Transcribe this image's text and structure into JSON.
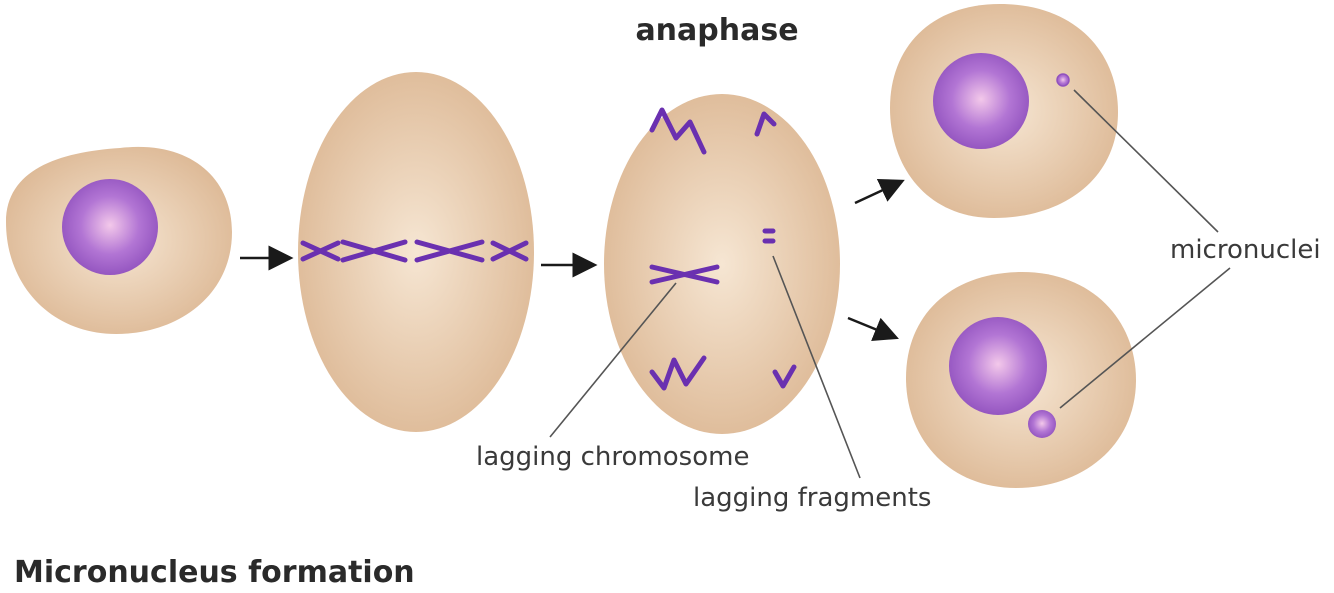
{
  "title": "Micronucleus formation",
  "stage_label": "anaphase",
  "labels": {
    "lagging_chromosome": "lagging chromosome",
    "lagging_fragments": "lagging fragments",
    "micronuclei": "micronuclei"
  },
  "colors": {
    "cell_fill": "#e2c2a0",
    "cell_highlight": "#f6e6d3",
    "nucleus": "#9b5cc6",
    "nucleus_highlight": "#f3c8ea",
    "chromosome": "#6a30b0"
  }
}
